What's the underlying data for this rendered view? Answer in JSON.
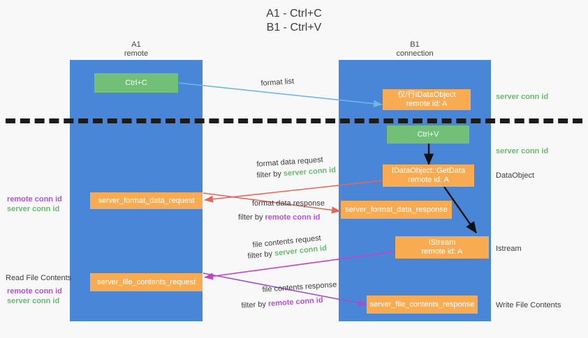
{
  "title": {
    "line1": "A1 - Ctrl+C",
    "line2": "B1 - Ctrl+V"
  },
  "lanes": [
    {
      "id": "a1",
      "name": "A1",
      "subtitle": "remote",
      "color": "#4a86d8"
    },
    {
      "id": "b1",
      "name": "B1",
      "subtitle": "connection",
      "color": "#4a86d8"
    }
  ],
  "colors": {
    "lane": "#4a86d8",
    "green_box": "#72bf78",
    "orange_box": "#f9ab52",
    "server_conn_id": "#6aba6f",
    "remote_conn_id": "#b84fd8",
    "arrow_blue": "#6fb6e8",
    "arrow_red": "#e8645a",
    "arrow_magenta": "#cc3ec4",
    "arrow_purple": "#a050c8",
    "arrow_black": "#111111",
    "divider": "#1b1b1b",
    "background": "#f8f8f8"
  },
  "boxes": {
    "ctrl_c": "Ctrl+C",
    "ctrl_v": "Ctrl+V",
    "idataobject_title": "仅/行IDataObject",
    "idataobject_sub": "remote id: A",
    "getdata_title": "IDataObject::GetData",
    "getdata_sub": "remote id: A",
    "istream_title": "IStream",
    "istream_sub": "remote id: A",
    "server_format_data_request": "server_format_data_request",
    "server_format_data_response": "server_format_data_response",
    "server_file_contents_request": "server_file_contents_request",
    "server_file_contents_response": "server_file_contents_response"
  },
  "flow_labels": {
    "format_list": "format list",
    "format_data_request": "format data request",
    "format_data_request_filter_prefix": "filter by",
    "format_data_request_filter_value": "server conn id",
    "format_data_response": "format data response",
    "format_data_response_filter_prefix": "filter by",
    "format_data_response_filter_value": "remote conn id",
    "file_contents_request": "file contents request",
    "file_contents_request_filter_prefix": "filter by",
    "file_contents_request_filter_value": "server conn id",
    "file_contents_response": "file contents response",
    "file_contents_response_filter_prefix": "filter by",
    "file_contents_response_filter_value": "remote conn id"
  },
  "left_annotations": {
    "pair1_remote": "remote conn id",
    "pair1_server": "server conn id",
    "read_file_contents": "Read File Contents",
    "pair2_remote": "remote conn id",
    "pair2_server": "server conn id"
  },
  "right_annotations": {
    "server_conn_id_top": "server conn id",
    "server_conn_id_mid": "server conn id",
    "dataobject": "DataObject",
    "istream": "Istream",
    "write_file_contents": "Write File Contents"
  }
}
